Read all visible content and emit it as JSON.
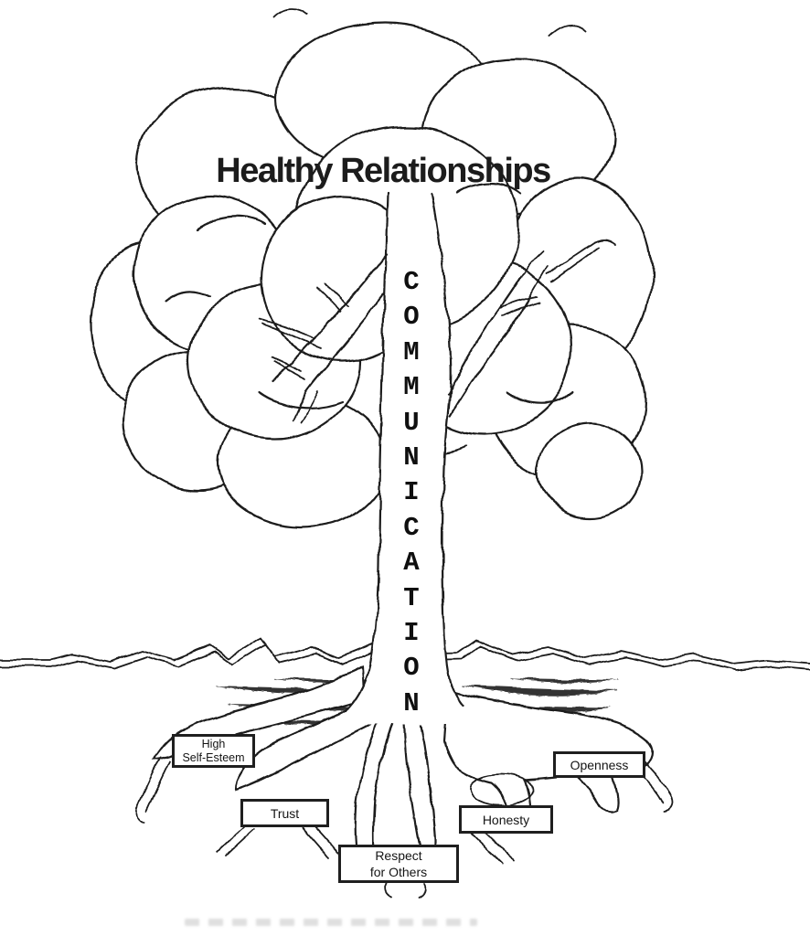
{
  "title": "Healthy Relationships",
  "trunk": {
    "word": "COMMUNICATION",
    "letters": [
      "C",
      "O",
      "M",
      "M",
      "U",
      "N",
      "I",
      "C",
      "A",
      "T",
      "I",
      "O",
      "N"
    ]
  },
  "root_labels": [
    {
      "id": "high-self-esteem",
      "lines": [
        "High",
        "Self-Esteem"
      ]
    },
    {
      "id": "trust",
      "lines": [
        "Trust"
      ]
    },
    {
      "id": "respect-for-others",
      "lines": [
        "Respect",
        "for Others"
      ]
    },
    {
      "id": "honesty",
      "lines": [
        "Honesty"
      ]
    },
    {
      "id": "openness",
      "lines": [
        "Openness"
      ]
    }
  ],
  "colors": {
    "ink": "#1a1a1a",
    "paper": "#ffffff"
  }
}
